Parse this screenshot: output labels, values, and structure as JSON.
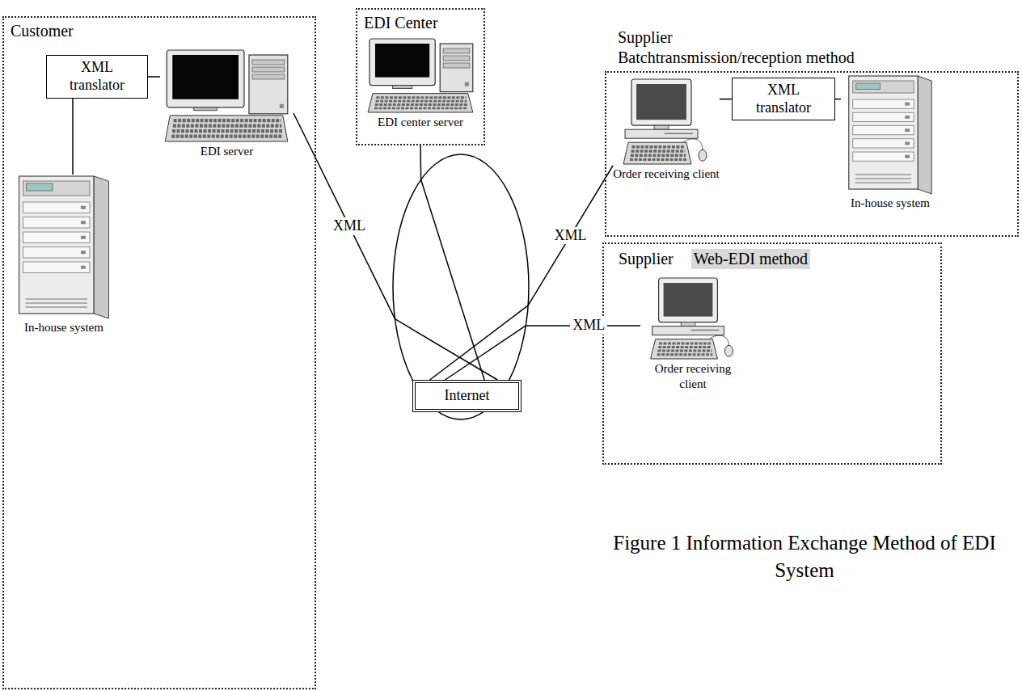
{
  "diagram": {
    "caption": "Figure 1 Information Exchange Method of EDI System",
    "nodes": [
      {
        "text": [
          "Customer"
        ]
      },
      {
        "text": [
          "XML translator"
        ],
        "in": 0
      },
      {
        "text": [
          "EDI server"
        ],
        "in": 0
      },
      {
        "text": [
          "In-house system"
        ],
        "in": 0
      },
      {
        "text": [
          "EDI Center"
        ]
      },
      {
        "text": [
          "EDI center server"
        ],
        "in": 4
      },
      {
        "text": [
          "Supplier",
          "Batchtransmission/reception method"
        ]
      },
      {
        "text": [
          "Order receiving client"
        ],
        "in": 6
      },
      {
        "text": [
          "XML translator"
        ],
        "in": 6
      },
      {
        "text": [
          "In-house system"
        ],
        "in": 6
      },
      {
        "text": [
          "Supplier",
          "Web-EDI method"
        ]
      },
      {
        "text": [
          "Order receiving client"
        ],
        "in": 10
      },
      {
        "text": [
          "Internet"
        ]
      }
    ],
    "edges": [
      {
        "from": 1,
        "to": 2,
        "arrow": "none"
      },
      {
        "from": 1,
        "to": 3,
        "arrow": "none"
      },
      {
        "from": 2,
        "to": 12,
        "label": "XML",
        "arrow": "none"
      },
      {
        "from": 4,
        "to": 12,
        "arrow": "none"
      },
      {
        "from": 7,
        "to": 12,
        "label": "XML",
        "arrow": "none"
      },
      {
        "from": 11,
        "to": 12,
        "label": "XML",
        "arrow": "none"
      },
      {
        "from": 7,
        "to": 8,
        "arrow": "none"
      },
      {
        "from": 8,
        "to": 9,
        "arrow": "none"
      }
    ]
  }
}
